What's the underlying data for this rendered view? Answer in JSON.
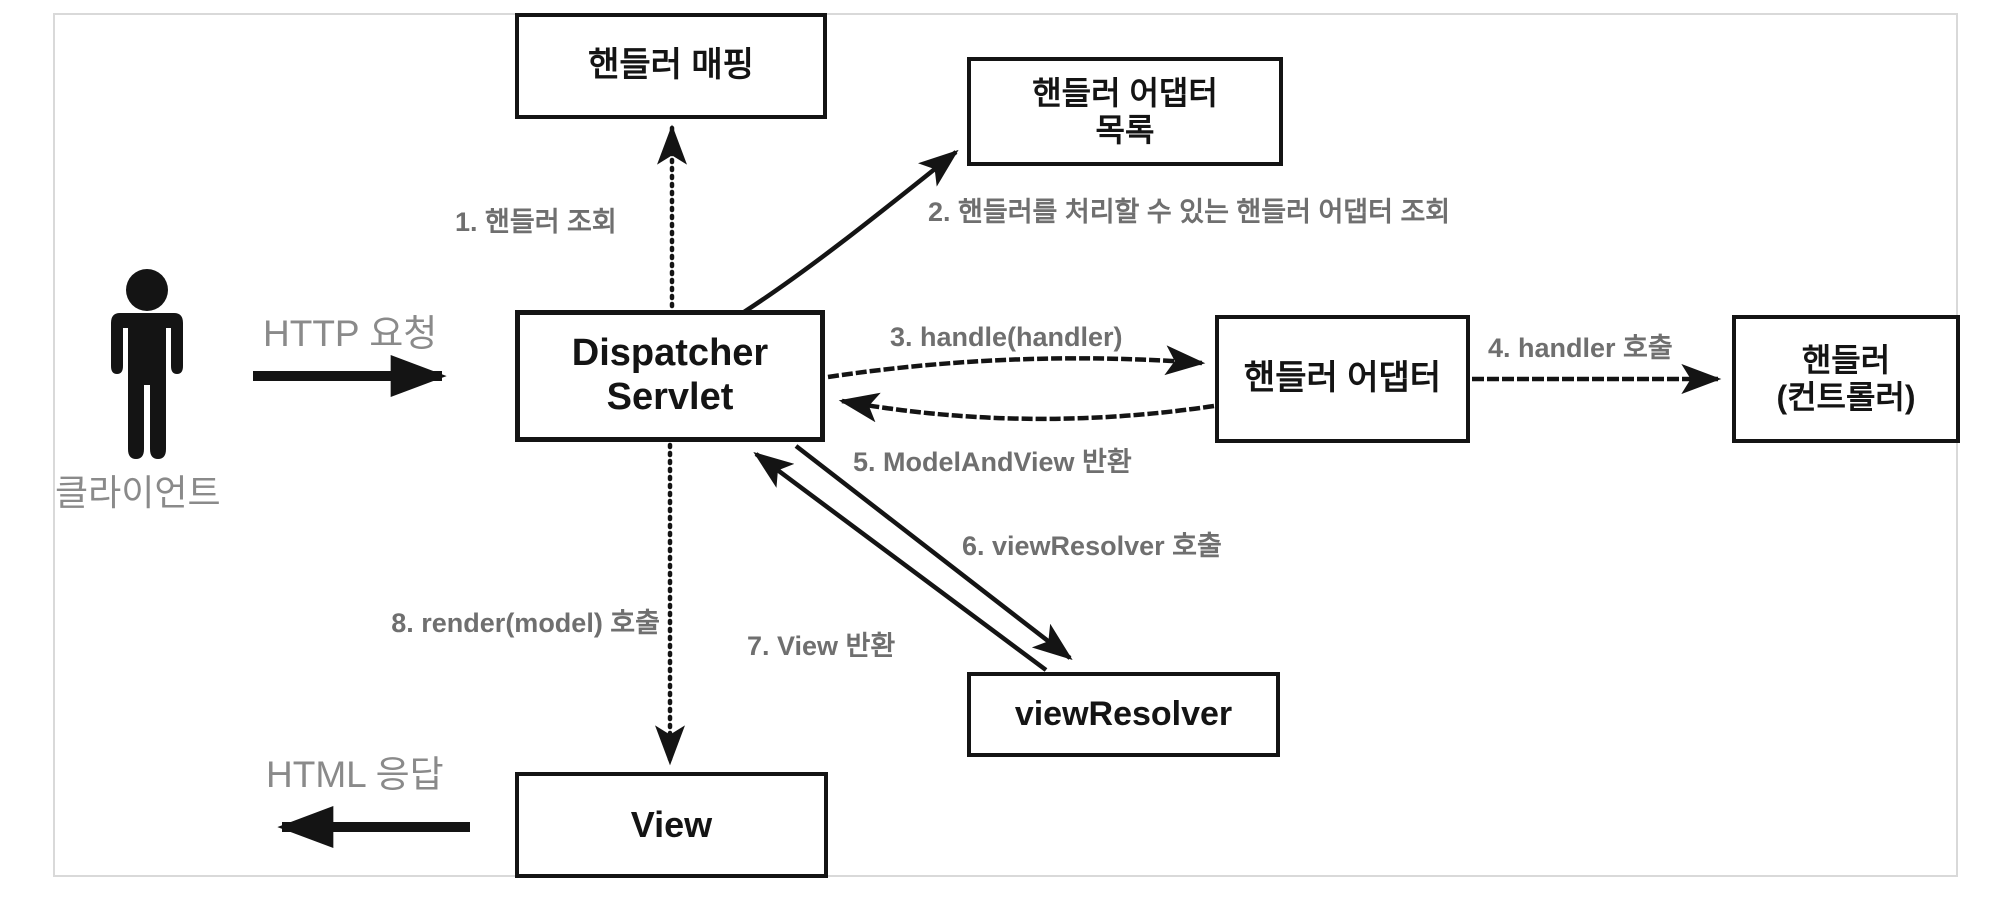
{
  "diagram": {
    "boxes": {
      "handler_mapping": "핸들러 매핑",
      "handler_adapter_list_line1": "핸들러 어댑터",
      "handler_adapter_list_line2": "목록",
      "dispatcher_servlet_line1": "Dispatcher",
      "dispatcher_servlet_line2": "Servlet",
      "handler_adapter": "핸들러 어댑터",
      "handler_controller_line1": "핸들러",
      "handler_controller_line2": "(컨트롤러)",
      "view_resolver": "viewResolver",
      "view": "View"
    },
    "steps": {
      "step1": "1. 핸들러 조회",
      "step2": "2. 핸들러를 처리할 수 있는 핸들러 어댑터 조회",
      "step3": "3. handle(handler)",
      "step4": "4. handler 호출",
      "step5": "5. ModelAndView 반환",
      "step6": "6. viewResolver 호출",
      "step7": "7. View 반환",
      "step8": "8. render(model) 호출"
    },
    "actor": {
      "label": "클라이언트",
      "request_label": "HTTP 요청",
      "response_label": "HTML 응답"
    },
    "colors": {
      "box_border": "#141414",
      "arrow": "#141414",
      "step_label_gray": "#6f6f6f",
      "actor_label_gray": "#8a8a8a",
      "frame_border": "#d9d9d9"
    }
  }
}
